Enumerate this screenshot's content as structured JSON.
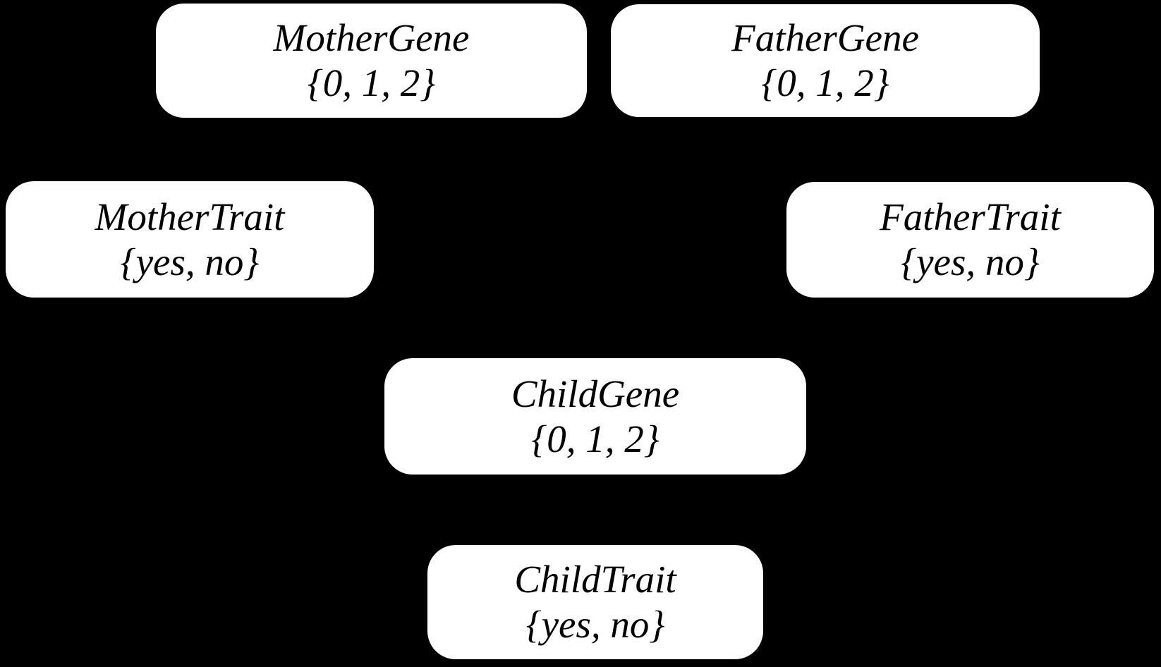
{
  "diagram": {
    "type": "bayesian-network",
    "background_color": "#000000",
    "node_fill_color": "#ffffff",
    "node_text_color": "#000000",
    "visible_edges": [],
    "nodes": [
      {
        "id": "mother-gene",
        "label": "MotherGene",
        "values": "{0, 1, 2}"
      },
      {
        "id": "father-gene",
        "label": "FatherGene",
        "values": "{0, 1, 2}"
      },
      {
        "id": "mother-trait",
        "label": "MotherTrait",
        "values": "{yes, no}"
      },
      {
        "id": "father-trait",
        "label": "FatherTrait",
        "values": "{yes, no}"
      },
      {
        "id": "child-gene",
        "label": "ChildGene",
        "values": "{0, 1, 2}"
      },
      {
        "id": "child-trait",
        "label": "ChildTrait",
        "values": "{yes, no}"
      }
    ]
  }
}
